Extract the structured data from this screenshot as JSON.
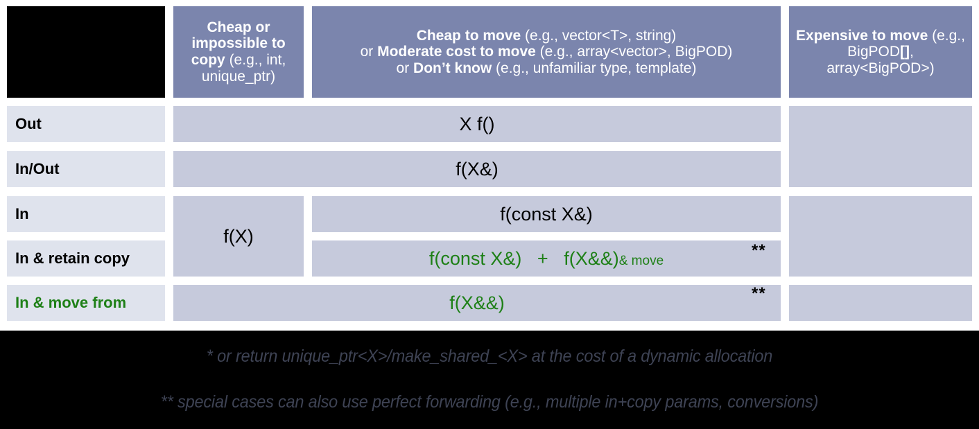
{
  "diagram": {
    "title": "C++ parameter and return type passing guidelines",
    "colors": {
      "header_bg": "#7b85ad",
      "header_fg": "#ffffff",
      "row_label_bg": "#dfe3ed",
      "body_cell_bg": "#c6cadc",
      "accent_green": "#1e8017",
      "footnote_fg": "#3e4354",
      "background": "#000000"
    }
  },
  "header": {
    "corner": "",
    "col_cheap_copy": {
      "strong1": "Cheap or impossible to copy",
      "rest1": " (e.g., int, unique_ptr)"
    },
    "col_cheap_move": {
      "line1_strong": "Cheap to move",
      "line1_rest": " (e.g., vector<T>, string)",
      "line2_prefix": "or ",
      "line2_strong": "Moderate cost to move",
      "line2_rest": " (e.g., array<vector>, BigPOD)",
      "line3_prefix": "or ",
      "line3_strong": "Don’t know",
      "line3_rest": " (e.g., unfamiliar type, template)"
    },
    "col_expensive_move": {
      "strong1": "Expensive to move",
      "rest1": " (e.g., BigPOD",
      "bold_brackets": "[]",
      "rest2": ", array<BigPOD>)"
    }
  },
  "rows": [
    {
      "label": "Out",
      "green_label": false
    },
    {
      "label": "In/Out",
      "green_label": false
    },
    {
      "label": "In",
      "green_label": false
    },
    {
      "label": "In & retain copy",
      "green_label": false
    },
    {
      "label": "In & move from",
      "green_label": true
    }
  ],
  "cells": {
    "out_main": "X f()",
    "inout_main": "f(X&)",
    "in_cheap_copy": "f(X)",
    "in_main": "f(const X&)",
    "retain_copy_part1": "f(const X&)",
    "retain_copy_plus": "+",
    "retain_copy_part2": "f(X&&)",
    "retain_copy_suffix": "& move",
    "move_from_main": "f(X&&)"
  },
  "markers": {
    "retain_copy_star": "**",
    "move_from_star": "**"
  },
  "footnotes": {
    "single_star": "* or return unique_ptr<X>/make_shared_<X> at the cost of a dynamic allocation",
    "double_star": "** special cases can also use perfect forwarding (e.g., multiple in+copy params, conversions)"
  }
}
